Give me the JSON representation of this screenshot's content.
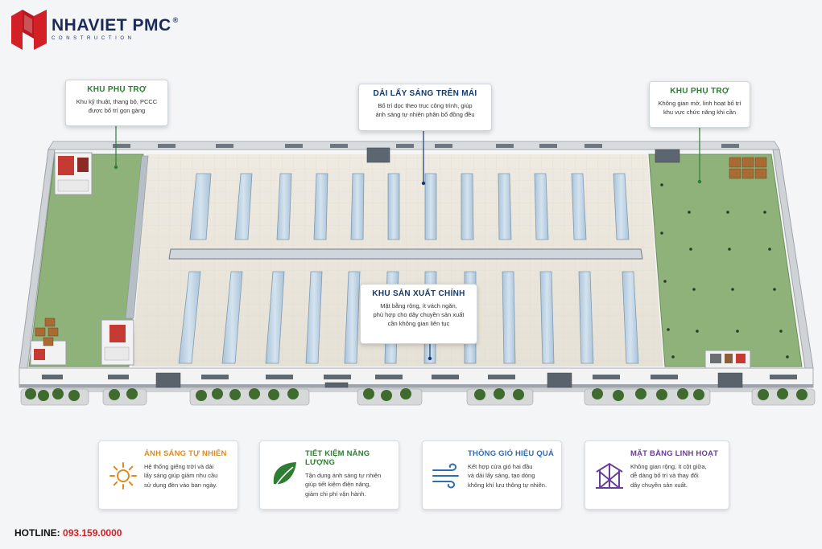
{
  "brand": {
    "name": "NHAVIET PMC",
    "registered": "®",
    "sub": "CONSTRUCTION",
    "color_red": "#d32027",
    "color_navy": "#1c2a5a"
  },
  "callouts": {
    "left": {
      "title": "KHU PHỤ TRỢ",
      "lines": [
        "Khu kỹ thuật, thang bộ, PCCC",
        "được bố trí gọn gàng"
      ]
    },
    "top": {
      "title": "DẢI LẤY SÁNG TRÊN MÁI",
      "lines": [
        "Bố trí dọc theo trục công trình, giúp",
        "ánh sáng tự nhiên phân bổ đồng đều"
      ]
    },
    "right": {
      "title": "KHU PHỤ TRỢ",
      "lines": [
        "Không gian mở, linh hoạt bố trí",
        "khu vực chức năng khi cần"
      ]
    },
    "center": {
      "title": "KHU SẢN XUẤT CHÍNH",
      "lines": [
        "Mặt bằng rộng, ít vách ngăn,",
        "phù hợp cho dây chuyền sản xuất",
        "cần không gian liên tục"
      ]
    }
  },
  "features": [
    {
      "title": "ÁNH SÁNG TỰ NHIÊN",
      "color": "#e08a1e",
      "icon": "sun-icon",
      "lines": [
        "Hệ thống giếng trời và dải",
        "lấy sáng giúp giảm nhu cầu",
        "sử dụng đèn vào ban ngày."
      ]
    },
    {
      "title": "TIẾT KIỆM NĂNG LƯỢNG",
      "color": "#2e7d32",
      "icon": "leaf-icon",
      "lines": [
        "Tận dụng ánh sáng tự nhiên",
        "giúp tiết kiệm điện năng,",
        "giảm chi phí vận hành."
      ]
    },
    {
      "title": "THÔNG GIÓ HIỆU QUẢ",
      "color": "#2f6db5",
      "icon": "wind-icon",
      "lines": [
        "Kết hợp cửa gió hai đầu",
        "và dải lấy sáng, tạo dòng",
        "không khí lưu thông tự nhiên."
      ]
    },
    {
      "title": "MẶT BẰNG LINH HOẠT",
      "color": "#6a3d9a",
      "icon": "structure-icon",
      "lines": [
        "Không gian rộng, ít cột giữa,",
        "dễ dàng bố trí và thay đổi",
        "dây chuyền sản xuất."
      ]
    }
  ],
  "hotline": {
    "label": "HOTLINE:",
    "number": "093.159.0000"
  }
}
